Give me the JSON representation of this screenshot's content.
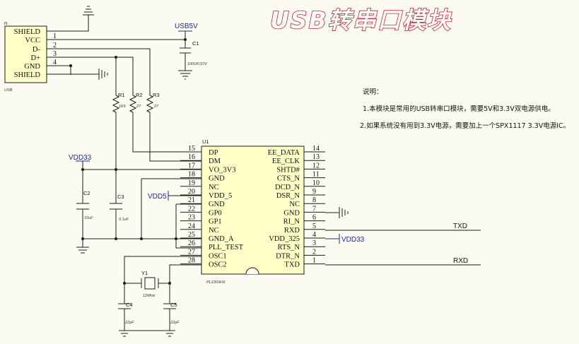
{
  "title": "USB转串口模块",
  "connector": {
    "designator": "n",
    "footprint": "USB",
    "pins": [
      {
        "label": "SHIELD",
        "num": ""
      },
      {
        "label": "VCC",
        "num": "1"
      },
      {
        "label": "D-",
        "num": "2"
      },
      {
        "label": "D+",
        "num": "3"
      },
      {
        "label": "GND",
        "num": "4"
      },
      {
        "label": "SHIELD",
        "num": ""
      }
    ]
  },
  "power": {
    "usb5v": "USB5V",
    "vdd33_left": "VDD33",
    "vdd5": "VDD5",
    "vdd33_right": "VDD33"
  },
  "parts": {
    "c1": {
      "ref": "C1",
      "value": "100UF/10V"
    },
    "r1": {
      "ref": "R1",
      "value": "1K5"
    },
    "r2": {
      "ref": "R2",
      "value": "27"
    },
    "r3": {
      "ref": "R3",
      "value": "27"
    },
    "c2": {
      "ref": "C2",
      "value": "10uF"
    },
    "c3": {
      "ref": "C3",
      "value": "0.1uF"
    },
    "y1": {
      "ref": "Y1",
      "value": "12MHz"
    },
    "c4": {
      "ref": "C4",
      "value": "22pF"
    },
    "c5": {
      "ref": "C5",
      "value": "22pF"
    }
  },
  "ic": {
    "designator": "U1",
    "part": "PL2303HX",
    "left_pins": [
      {
        "num": "15",
        "label": "DP"
      },
      {
        "num": "16",
        "label": "DM"
      },
      {
        "num": "17",
        "label": "VO_3V3"
      },
      {
        "num": "18",
        "label": "GND"
      },
      {
        "num": "19",
        "label": "NC"
      },
      {
        "num": "20",
        "label": "VDD_5"
      },
      {
        "num": "21",
        "label": "GND"
      },
      {
        "num": "22",
        "label": "GP0"
      },
      {
        "num": "23",
        "label": "GP1"
      },
      {
        "num": "24",
        "label": "NC"
      },
      {
        "num": "25",
        "label": "GND_A"
      },
      {
        "num": "26",
        "label": "PLL_TEST"
      },
      {
        "num": "27",
        "label": "OSC1"
      },
      {
        "num": "28",
        "label": "OSC2"
      }
    ],
    "right_pins": [
      {
        "num": "14",
        "label": "EE_DATA"
      },
      {
        "num": "13",
        "label": "EE_CLK"
      },
      {
        "num": "12",
        "label": "SHTD#"
      },
      {
        "num": "11",
        "label": "CTS_N"
      },
      {
        "num": "10",
        "label": "DCD_N"
      },
      {
        "num": "9",
        "label": "DSR_N"
      },
      {
        "num": "8",
        "label": "NC"
      },
      {
        "num": "7",
        "label": "GND"
      },
      {
        "num": "6",
        "label": "RI_N"
      },
      {
        "num": "5",
        "label": "RXD"
      },
      {
        "num": "4",
        "label": "VDD_325"
      },
      {
        "num": "3",
        "label": "RTS_N"
      },
      {
        "num": "2",
        "label": "DTR_N"
      },
      {
        "num": "1",
        "label": "TXD"
      }
    ]
  },
  "nets": {
    "txd": "TXD",
    "rxd": "RXD"
  },
  "notes": {
    "heading": "说明：",
    "line1": "1.本模块是常用的USB转串口模块，需要5V和3.3V双电源供电。",
    "line2": "2.如果系统没有用到3.3V电源，需要加上一个SPX1117 3.3V电源IC。"
  }
}
